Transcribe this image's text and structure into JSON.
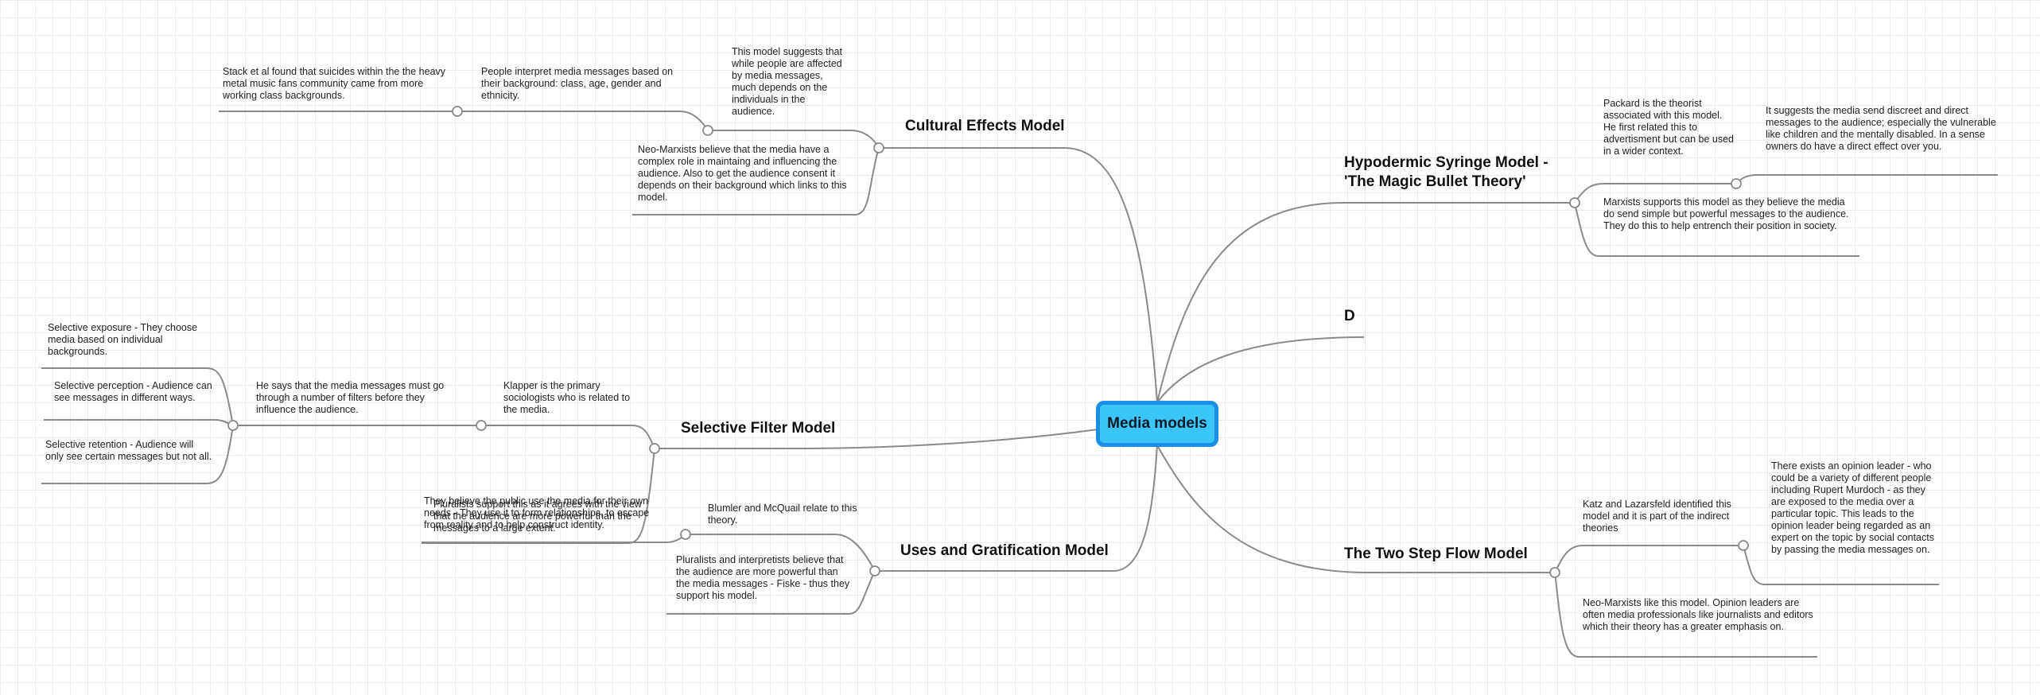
{
  "central": "Media models",
  "colors": {
    "accent": "#3cc5f7",
    "accent_border": "#1b8fe8",
    "line": "#8a8a8a"
  },
  "branches": {
    "cultural": "Cultural Effects Model",
    "hypodermic": "Hypodermic Syringe Model - 'The Magic Bullet Theory'",
    "d": "D",
    "selective": "Selective Filter Model",
    "uses": "Uses and Gratification Model",
    "twostep": "The Two Step Flow Model"
  },
  "notes": {
    "stack": "Stack et al found that suicides within the the heavy metal music fans community came from more working class backgrounds.",
    "people_interpret": "People interpret media messages based on their background: class, age, gender and ethnicity.",
    "model_suggests": "This model suggests that while people are affected by media messages, much depends on the individuals in the audience.",
    "neo_marxists_cultural": "Neo-Marxists believe that the media have a complex role in maintaing and influencing the audience.  Also to get the audience consent it depends on their background which links to this model.",
    "packard": "Packard is the theorist associated with this model.  He first related this to advertisment but can be used in a wider context.",
    "suggests_media": "It suggests the media send discreet and direct messages to the audience; especially the vulnerable like children and the mentally disabled.  In a sense owners do have a direct effect over you.",
    "marxists_support": "Marxists supports this model as they believe the media do send simple but powerful messages to the audience.  They do this to help entrench their position in society.",
    "sel_exposure": "Selective exposure - They choose media based on individual backgrounds.",
    "sel_perception": "Selective perception - Audience can see messages in different ways.",
    "sel_retention": "Selective retention - Audience will only see certain messages but not all.",
    "he_says": "He says that the media messages must go through a number of filters before they influence the audience.",
    "klapper": "Klapper is the primary sociologists who is related to the media.",
    "pluralists_support": "Pluralists support this as it agrees with the view that the audience are more powerful than the messages to a large extent.",
    "they_believe": "They believe the public use the media for their own needs - They use it to form relationships, to escape from reality and to help construct identity.",
    "blumler": "Blumler and McQuail relate to this theory.",
    "pluralists_interpretists": "Pluralists and interpretists believe that the audience are more powerful than the media messages - Fiske - thus they support his model.",
    "katz": "Katz and Lazarsfeld identified this model and it is part of the indirect theories",
    "opinion_leader": "There exists an opinion leader - who could be a variety of different people including Rupert Murdoch - as they are exposed to the media over a particular topic.  This leads to the opinion leader being regarded as an expert on the topic by social contacts by passing the media messages on.",
    "neo_marxists_twostep": "Neo-Marxists like this model.  Opinion leaders are often media professionals like journalists and editors which their theory has a greater emphasis on."
  }
}
